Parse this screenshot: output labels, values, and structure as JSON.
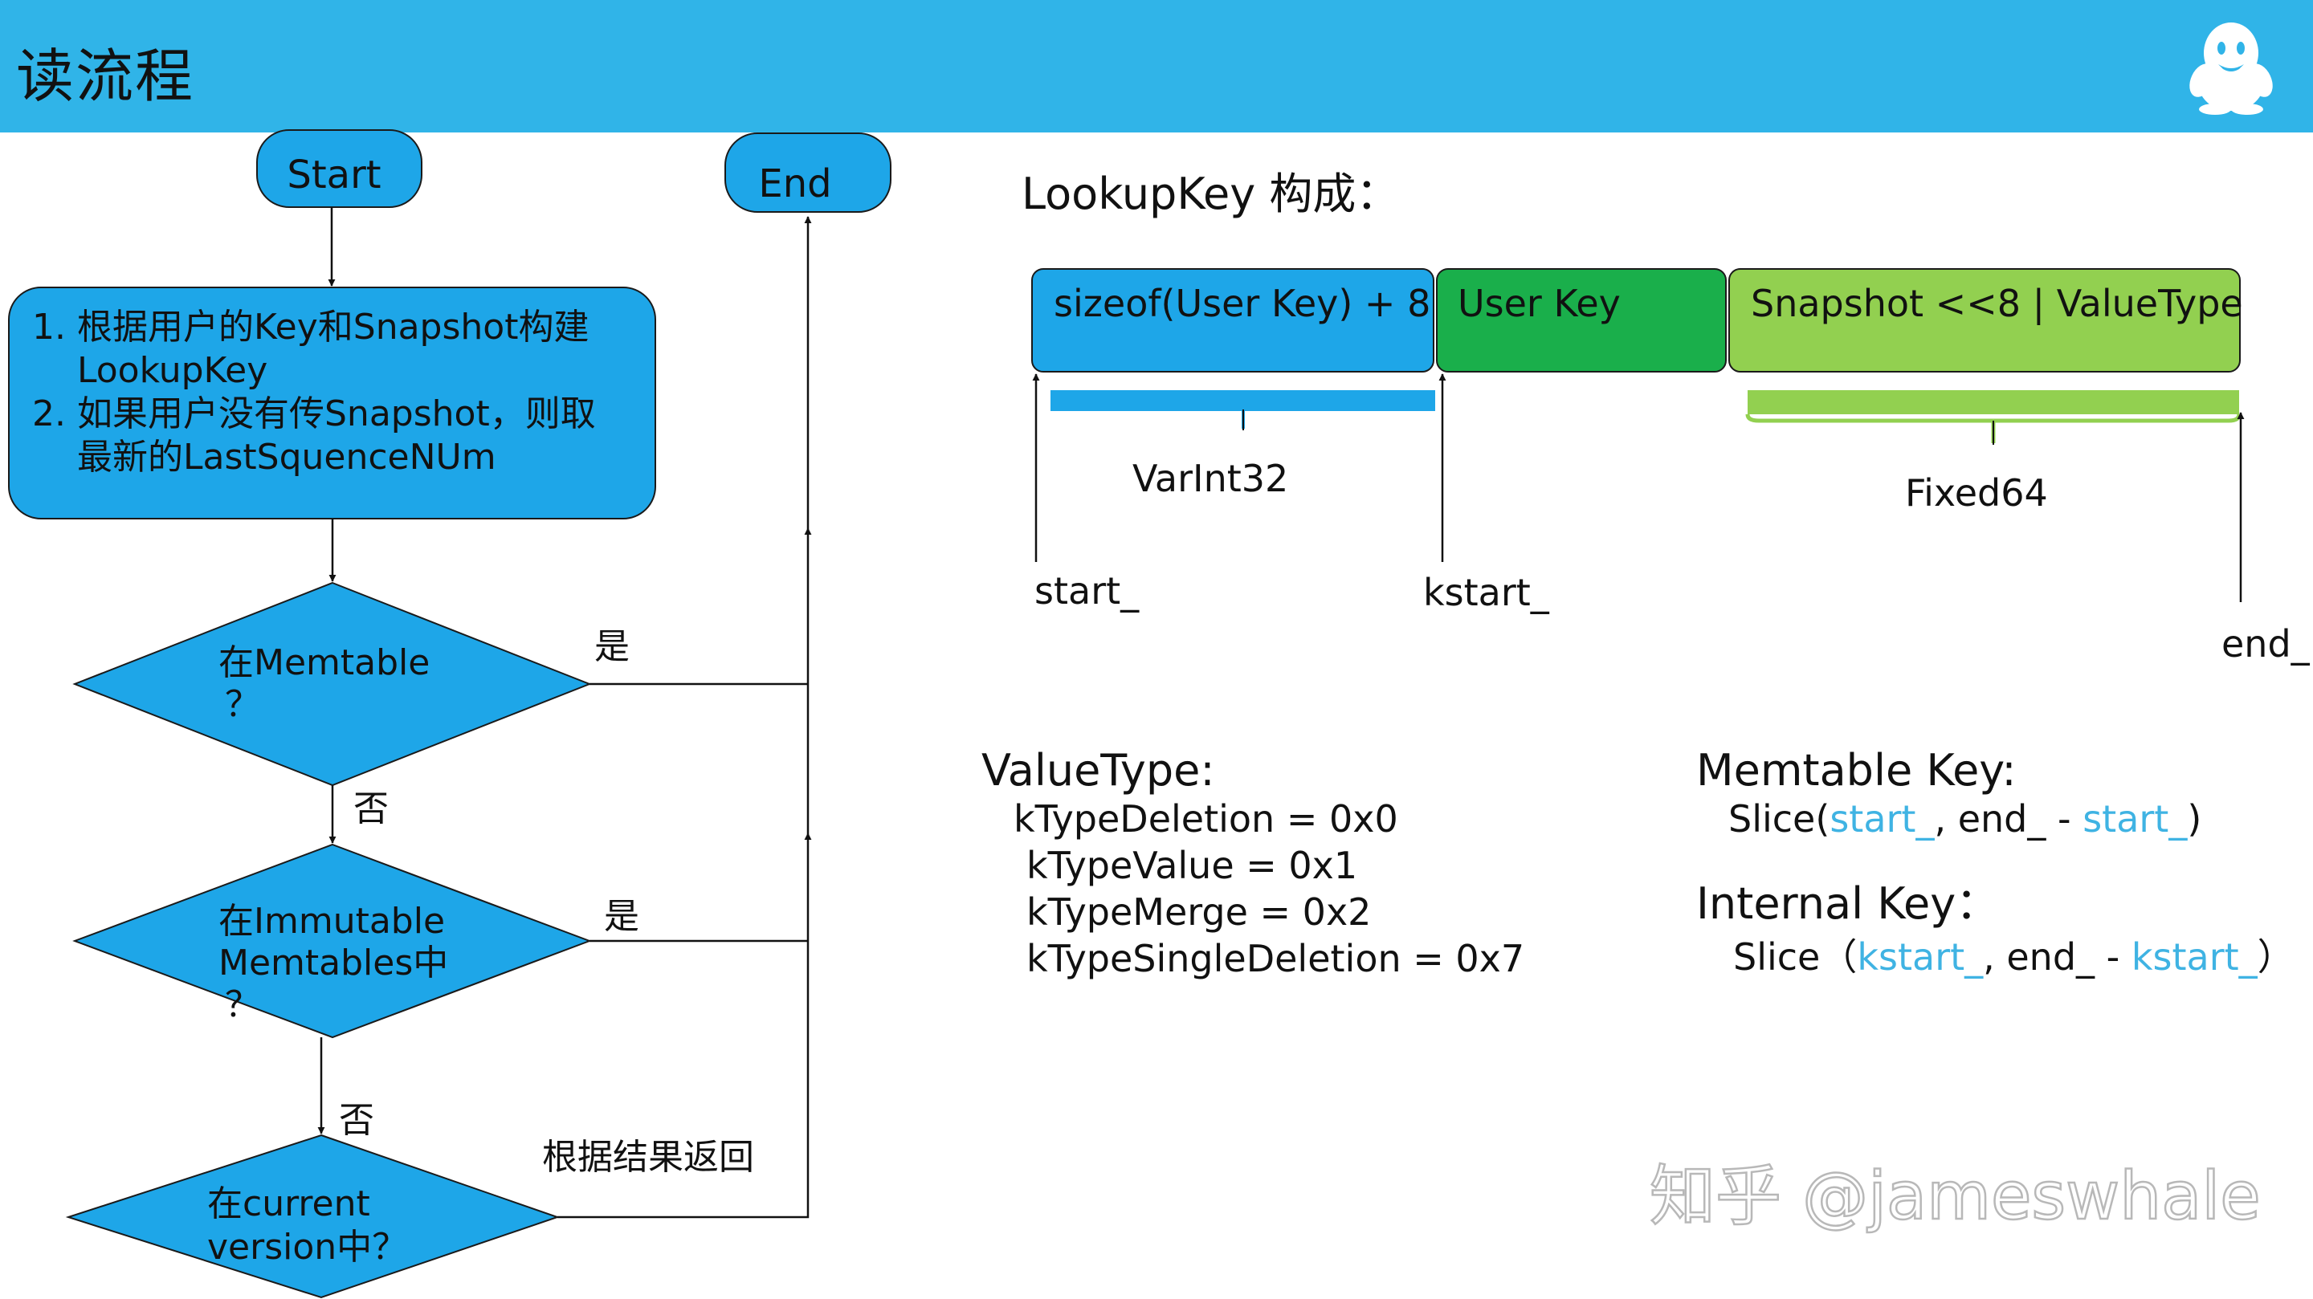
{
  "header": {
    "title": "读流程",
    "logo_icon": "qq-penguin-icon",
    "background_color": "#30b4e8"
  },
  "flowchart": {
    "start_label": "Start",
    "end_label": "End",
    "step1": {
      "number": "1.",
      "line1": "根据用户的Key和Snapshot构建",
      "line2": "LookupKey"
    },
    "step2": {
      "number": "2.",
      "line1": "如果用户没有传Snapshot，则取",
      "line2": "最新的LastSquenceNUm"
    },
    "decision_memtable": {
      "line1": "在Memtable",
      "line2": "？"
    },
    "decision_immutable": {
      "line1": "在Immutable",
      "line2": "Memtables中",
      "line3": "？"
    },
    "decision_current": {
      "line1": "在current",
      "line2": "version中？"
    },
    "yes_label": "是",
    "no_label": "否",
    "return_label": "根据结果返回",
    "shape_color": "#1ea6e8"
  },
  "lookup_key": {
    "title": "LookupKey 构成：",
    "segments": [
      {
        "label": "sizeof(User Key) + 8",
        "color": "#1ea6e8"
      },
      {
        "label": "User Key",
        "color": "#1aaf4b"
      },
      {
        "label": "Snapshot <<8 | ValueType",
        "color": "#92d050"
      }
    ],
    "brace_varint": "VarInt32",
    "brace_fixed": "Fixed64",
    "pointer_start": "start_",
    "pointer_kstart": "kstart_",
    "pointer_end": "end_"
  },
  "value_type": {
    "title": "ValueType:",
    "items": [
      "kTypeDeletion = 0x0",
      "kTypeValue = 0x1",
      "kTypeMerge = 0x2",
      "kTypeSingleDeletion = 0x7"
    ]
  },
  "memtable_key": {
    "title": "Memtable Key:",
    "prefix": "Slice(",
    "arg1": "start_",
    "middle": ", end_ - ",
    "arg2": "start_",
    "suffix": ")"
  },
  "internal_key": {
    "title": "Internal Key：",
    "prefix": "Slice（",
    "arg1": "kstart_",
    "middle": ", end_ - ",
    "arg2": "kstart_",
    "suffix": "）"
  },
  "highlight_color": "#3fb3e3",
  "watermark": "知乎 @jameswhale"
}
